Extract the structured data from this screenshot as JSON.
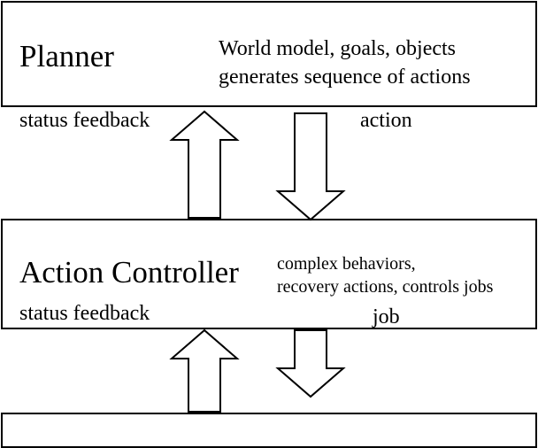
{
  "planner": {
    "title": "Planner",
    "desc_line1": "World model, goals, objects",
    "desc_line2": "generates sequence of actions"
  },
  "planner_to_controller": {
    "up_label": "status feedback",
    "down_label": "action"
  },
  "action_controller": {
    "title": "Action Controller",
    "desc_line1": "complex behaviors,",
    "desc_line2": "recovery actions, controls jobs"
  },
  "controller_to_lower": {
    "up_label": "status feedback",
    "down_label": "job"
  },
  "colors": {
    "stroke": "#000000",
    "fill": "#ffffff"
  }
}
